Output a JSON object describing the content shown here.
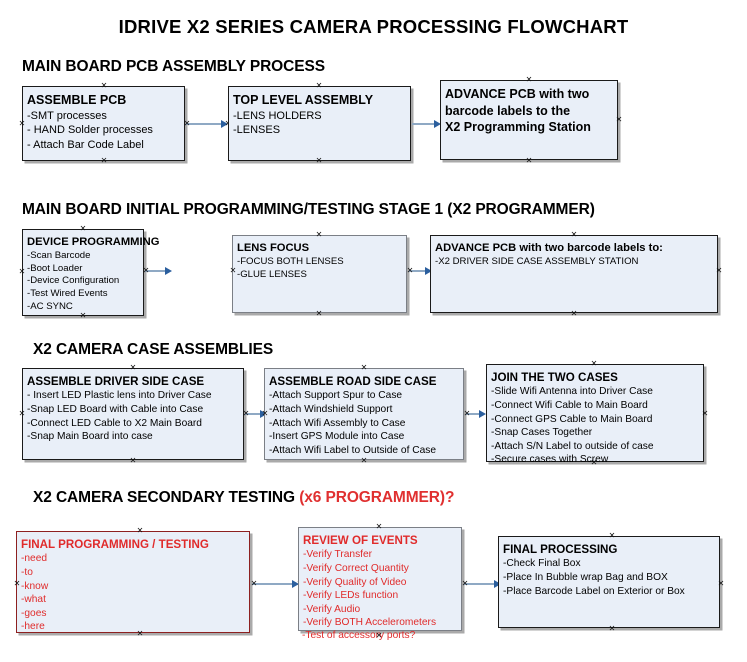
{
  "document": {
    "title": "IDRIVE X2  SERIES CAMERA PROCESSING FLOWCHART",
    "accent_red": "#e02b2b",
    "box_fill": "#e9eff8",
    "connector_color": "#8fa9c4",
    "arrowhead_color": "#2b5f9e"
  },
  "sections": [
    {
      "id": "main-board-pcb-assembly-process",
      "heading": "MAIN BOARD PCB ASSEMBLY PROCESS",
      "heading_accent": "",
      "boxes": [
        {
          "id": "assemble-pcb",
          "title": "ASSEMBLE PCB",
          "lines": [
            "-SMT processes",
            "- HAND Solder processes",
            "- Attach Bar Code Label"
          ]
        },
        {
          "id": "top-level-assembly",
          "title": "TOP LEVEL ASSEMBLY",
          "lines": [
            "-LENS HOLDERS",
            "-LENSES"
          ]
        },
        {
          "id": "advance-pcb-to-x2-programming-station",
          "title": "ADVANCE PCB with two",
          "lines": [
            "barcode labels to the",
            "X2 Programming Station"
          ]
        }
      ]
    },
    {
      "id": "main-board-initial-programming-testing-stage-1",
      "heading": "MAIN BOARD INITIAL PROGRAMMING/TESTING STAGE 1 (X2 PROGRAMMER)",
      "heading_accent": "",
      "boxes": [
        {
          "id": "device-programming",
          "title": "DEVICE PROGRAMMING",
          "lines": [
            "-Scan Barcode",
            "-Boot Loader",
            "-Device Configuration",
            "-Test Wired Events",
            "-AC SYNC"
          ]
        },
        {
          "id": "lens-focus",
          "title": "LENS FOCUS",
          "lines": [
            "-FOCUS BOTH LENSES",
            "-GLUE LENSES"
          ]
        },
        {
          "id": "advance-pcb-to-driver-side-case-assembly",
          "title": "ADVANCE PCB with two barcode labels to:",
          "lines": [
            "-X2 DRIVER  SIDE  CASE  ASSEMBLY STATION"
          ]
        }
      ]
    },
    {
      "id": "x2-camera-case-assemblies",
      "heading": "X2 CAMERA CASE ASSEMBLIES",
      "heading_accent": "",
      "boxes": [
        {
          "id": "assemble-driver-side-case",
          "title": "ASSEMBLE DRIVER SIDE CASE",
          "lines": [
            "- Insert LED Plastic lens into Driver Case",
            "-Snap LED Board with Cable into Case",
            "-Connect LED Cable to X2 Main Board",
            "-Snap Main Board into case"
          ]
        },
        {
          "id": "assemble-road-side-case",
          "title": "ASSEMBLE ROAD SIDE CASE",
          "lines": [
            "-Attach Support Spur to Case",
            "-Attach Windshield Support",
            "-Attach Wifi Assembly to Case",
            "-Insert GPS Module into Case",
            "-Attach Wifi Label to Outside of Case"
          ]
        },
        {
          "id": "join-the-two-cases",
          "title": "JOIN THE TWO CASES",
          "lines": [
            "-Slide Wifi Antenna into Driver Case",
            "-Connect Wifi Cable to Main Board",
            "-Connect GPS Cable to Main Board",
            "-Snap Cases Together",
            "-Attach S/N Label to outside of case",
            "-Secure cases with Screw"
          ]
        }
      ]
    },
    {
      "id": "x2-camera-secondary-testing",
      "heading": "X2 CAMERA SECONDARY TESTING ",
      "heading_accent": "(x6 PROGRAMMER)?",
      "boxes": [
        {
          "id": "final-programming-testing",
          "title": "FINAL PROGRAMMING / TESTING",
          "lines": [
            "-need",
            "-to",
            "-know",
            "-what",
            "-goes",
            "-here"
          ]
        },
        {
          "id": "review-of-events",
          "title": "REVIEW OF EVENTS",
          "lines": [
            "-Verify Transfer",
            "-Verify Correct Quantity",
            "-Verify Quality of Video",
            "-Verify LEDs function",
            "-Verify Audio",
            "-Verify BOTH Accelerometers"
          ],
          "overflow_line": "-Test of accessory ports?"
        },
        {
          "id": "final-processing",
          "title": "FINAL PROCESSING",
          "lines": [
            " -Check Final Box",
            "-Place In Bubble wrap Bag and BOX",
            "-Place Barcode Label on Exterior or Box"
          ]
        }
      ]
    }
  ]
}
